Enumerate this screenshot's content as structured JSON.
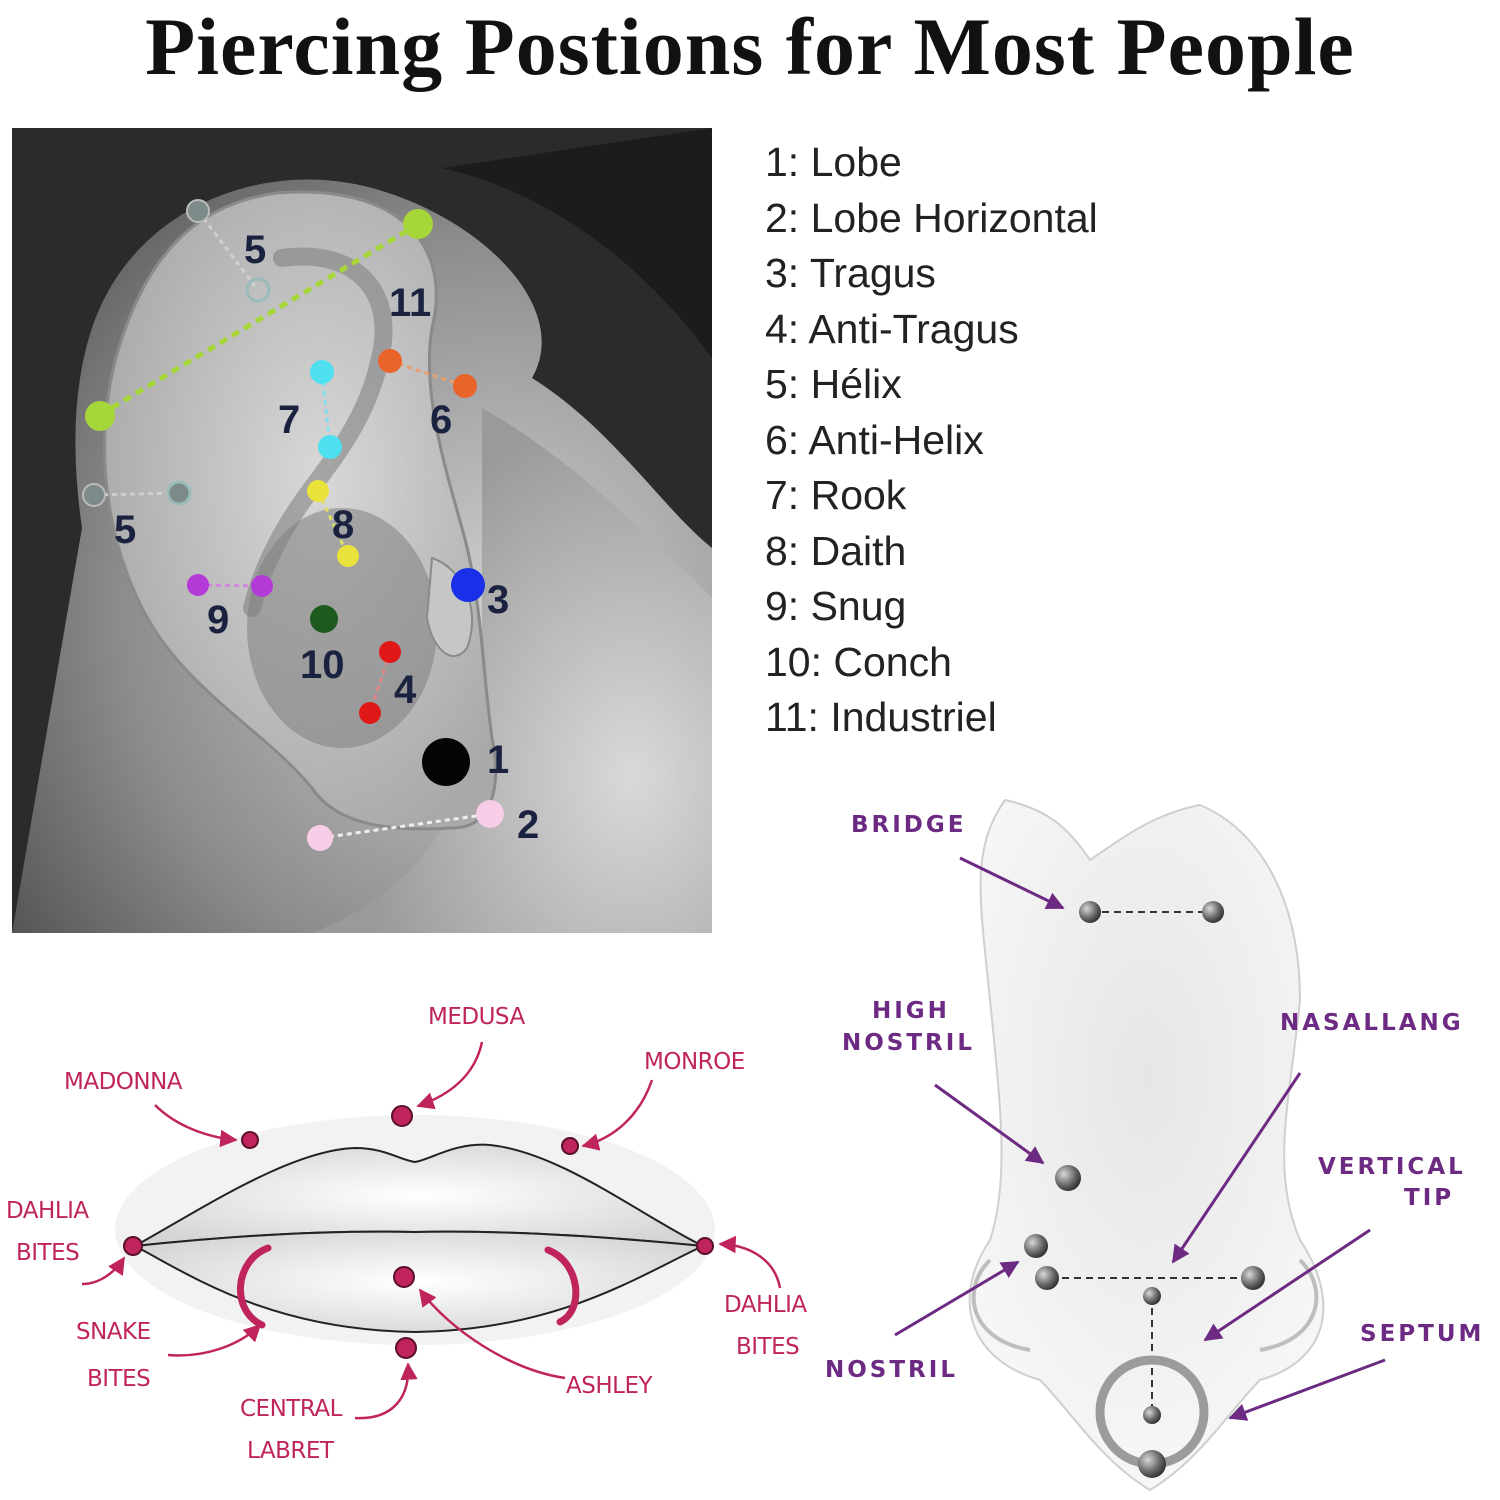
{
  "title": "Piercing Postions for Most People",
  "ear_legend": [
    "1: Lobe",
    "2: Lobe Horizontal",
    "3: Tragus",
    "4: Anti-Tragus",
    "5: Hélix",
    "6: Anti-Helix",
    "7: Rook",
    "8: Daith",
    "9: Snug",
    "10: Conch",
    "11: Industriel"
  ],
  "ear_numbers": [
    "1",
    "2",
    "3",
    "4",
    "5",
    "5",
    "6",
    "7",
    "8",
    "9",
    "10",
    "11"
  ],
  "lip_labels": {
    "medusa": "MEDUSA",
    "madonna": "MADONNA",
    "monroe": "MONROE",
    "dahlia_left": [
      "DAHLIA",
      "BITES"
    ],
    "dahlia_right": [
      "DAHLIA",
      "BITES"
    ],
    "snake_bites": [
      "SNAKE",
      "BITES"
    ],
    "ashley": "ASHLEY",
    "central_labret": [
      "CENTRAL",
      "LABRET"
    ]
  },
  "nose_labels": {
    "bridge": "BRIDGE",
    "high_nostril": [
      "HIGH",
      "NOSTRIL"
    ],
    "nasallang": "NASALLANG",
    "vertical_tip": [
      "VERTICAL",
      "TIP"
    ],
    "septum": "SEPTUM",
    "nostril": "NOSTRIL"
  },
  "colors": {
    "lip_pink": "#c0245d",
    "nose_purple": "#6d2a83",
    "industrial_green": "#a6d63a"
  }
}
